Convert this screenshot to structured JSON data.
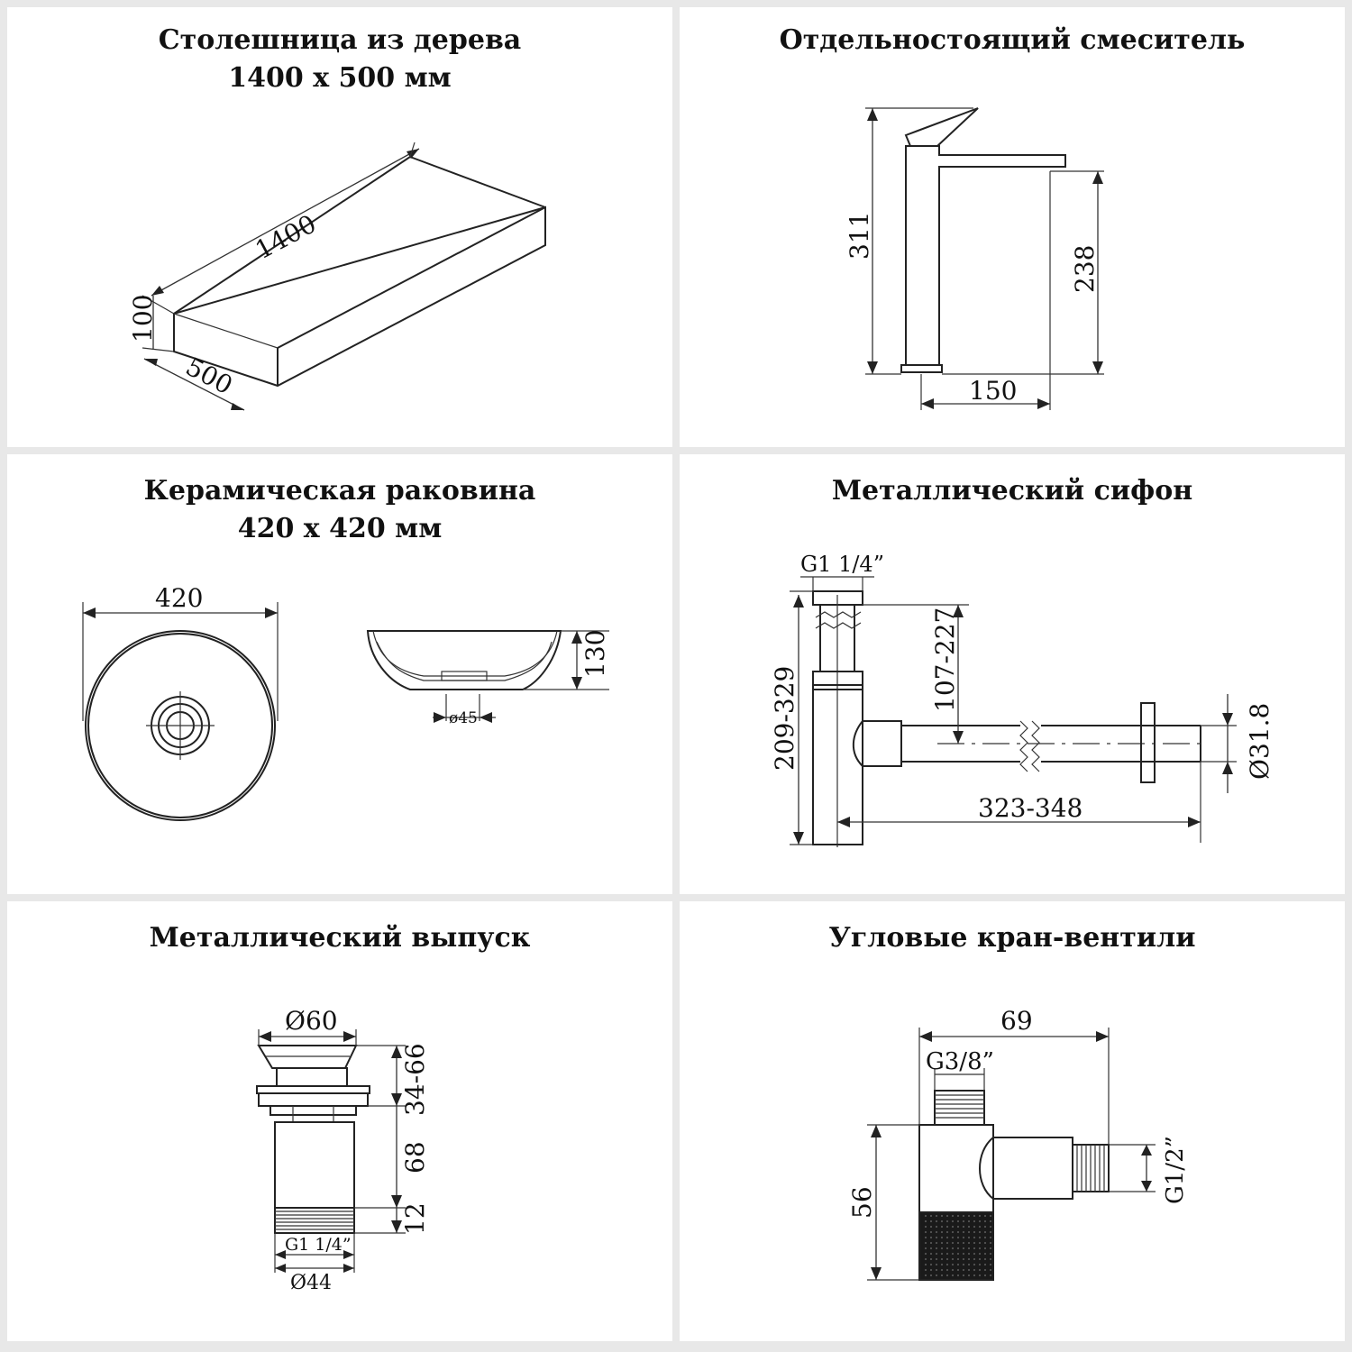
{
  "colors": {
    "background": "#e8e8e8",
    "panel": "#ffffff",
    "line": "#222222"
  },
  "panels": {
    "countertop": {
      "title_line1": "Столешница из дерева",
      "title_line2": "1400 х 500 мм",
      "dims": {
        "length": "1400",
        "height": "100",
        "depth": "500"
      }
    },
    "faucet": {
      "title": "Отдельностоящий смеситель",
      "dims": {
        "total_height": "311",
        "spout_height": "238",
        "spout_reach": "150"
      }
    },
    "sink": {
      "title_line1": "Керамическая раковина",
      "title_line2": "420 х 420 мм",
      "dims": {
        "diameter": "420",
        "height": "130",
        "drain": "ø45"
      }
    },
    "siphon": {
      "title": "Металлический сифон",
      "dims": {
        "thread": "G1 1/4”",
        "height": "209-329",
        "adjust": "107-227",
        "pipe_diameter": "Ø31.8",
        "length": "323-348"
      }
    },
    "drain": {
      "title": "Металлический выпуск",
      "dims": {
        "top_diameter": "Ø60",
        "range": "34-66",
        "body": "68",
        "thread_height": "12",
        "thread": "G1 1/4”",
        "bottom_diameter": "Ø44"
      }
    },
    "valve": {
      "title": "Угловые кран-вентили",
      "dims": {
        "width": "69",
        "inlet_thread": "G3/8”",
        "height": "56",
        "outlet_thread": "G1/2”"
      }
    }
  }
}
